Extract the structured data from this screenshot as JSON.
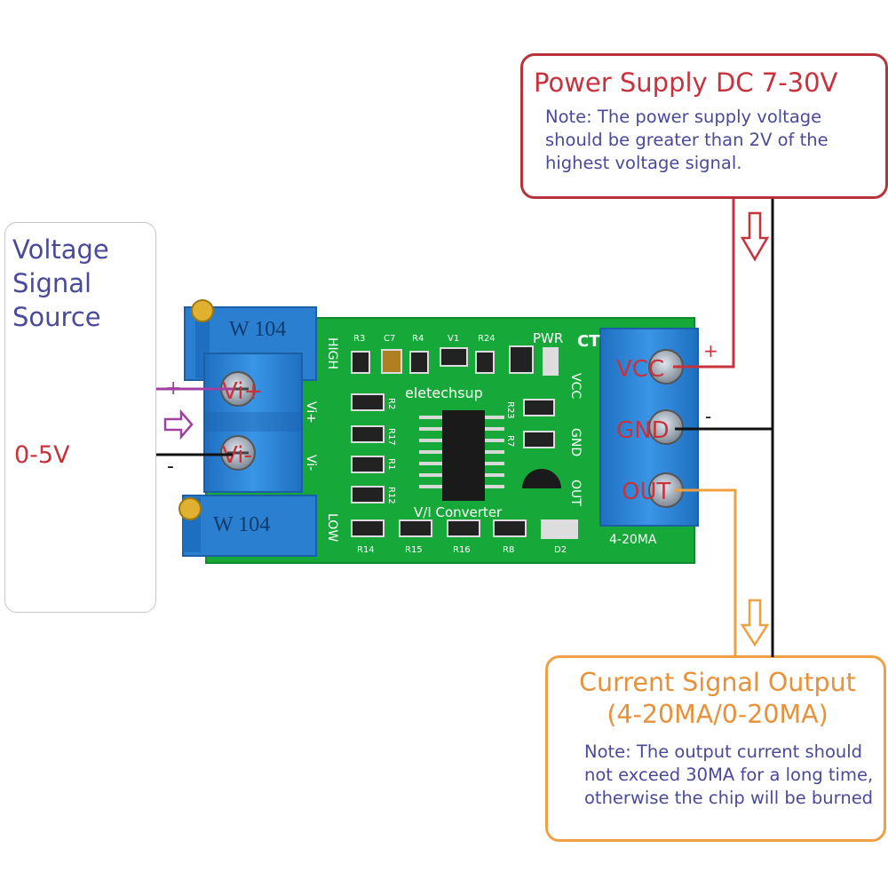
{
  "source": {
    "title_lines": [
      "Voltage",
      "Signal",
      "Source"
    ],
    "range": "0-5V",
    "plus": "+",
    "minus": "-"
  },
  "power": {
    "title": "Power Supply DC 7-30V",
    "note": "Note: The power supply voltage should be greater than 2V of the highest voltage signal.",
    "plus": "+",
    "minus": "-"
  },
  "output": {
    "title_lines": [
      "Current Signal Output",
      "(4-20MA/0-20MA)"
    ],
    "note": "Note: The output current should not exceed 30MA for a long time, otherwise the chip will be burned"
  },
  "board": {
    "pot_top": "W 104",
    "pot_bottom": "W 104",
    "label_high": "HIGH",
    "label_low": "LOW",
    "label_vi_plus": "Vi+",
    "label_vi_minus": "Vi-",
    "brand": "eletechsup",
    "converter": "V/I Converter",
    "pwr": "PWR",
    "ct": "CT",
    "vcc": "VCC",
    "gnd": "GND",
    "out": "OUT",
    "range": "4-20MA",
    "components_top": [
      "R3",
      "C7",
      "R4",
      "V1",
      "R24"
    ],
    "components_bottom": [
      "R14",
      "R15",
      "R16",
      "R8",
      "D2"
    ],
    "components_side": [
      "R2",
      "R17",
      "R1",
      "R12"
    ],
    "components_right": [
      "R23",
      "R7"
    ]
  },
  "terminals": {
    "left": [
      "Vi+",
      "Vi-"
    ],
    "right": [
      "VCC",
      "GND",
      "OUT"
    ]
  },
  "colors": {
    "red": "#c8323c",
    "orange": "#f0a040",
    "navy": "#4a4a9a",
    "purple": "#a040a0",
    "pcb": "#17a83a",
    "terminal_blue": "#2a7fd0"
  }
}
